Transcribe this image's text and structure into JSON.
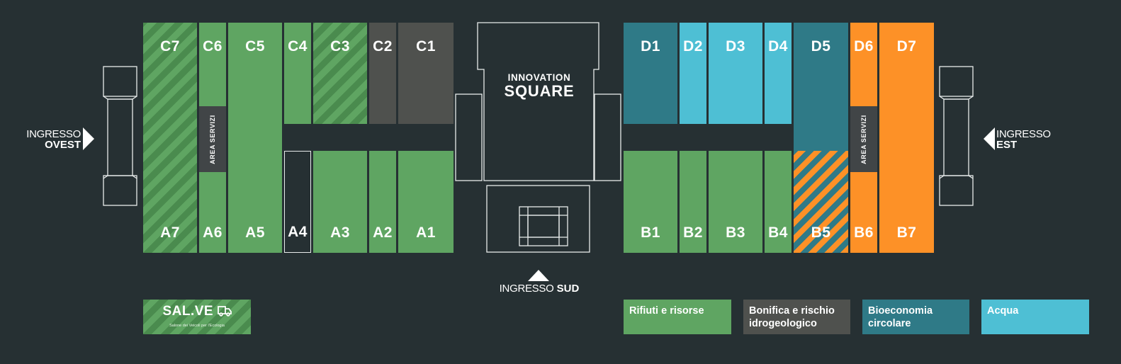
{
  "halls": {
    "C7": "C7",
    "C6": "C6",
    "C5": "C5",
    "C4": "C4",
    "C3": "C3",
    "C2": "C2",
    "C1": "C1",
    "A7": "A7",
    "A6": "A6",
    "A5": "A5",
    "A4": "A4",
    "A3": "A3",
    "A2": "A2",
    "A1": "A1",
    "D1": "D1",
    "D2": "D2",
    "D3": "D3",
    "D4": "D4",
    "D5": "D5",
    "D6": "D6",
    "D7": "D7",
    "B1": "B1",
    "B2": "B2",
    "B3": "B3",
    "B4": "B4",
    "B5": "B5",
    "B6": "B6",
    "B7": "B7"
  },
  "area_servizi": "AREA SERVIZI",
  "innovation": {
    "line1": "INNOVATION",
    "line2": "SQUARE"
  },
  "entrances": {
    "west": {
      "word": "INGRESSO",
      "dir": "OVEST"
    },
    "east": {
      "word": "INGRESSO",
      "dir": "EST"
    },
    "south": {
      "word": "INGRESSO",
      "dir": "SUD"
    }
  },
  "salve_logo": {
    "name": "SAL.VE",
    "tagline": "Salone dei Veicoli per l'Ecologia"
  },
  "legend": [
    {
      "label": "Rifiuti e risorse",
      "color": "#5fa562"
    },
    {
      "label": "Bonifica e rischio idrogeologico",
      "color": "#4f514e"
    },
    {
      "label": "Bioeconomia circolare",
      "color": "#2f7a87"
    },
    {
      "label": "Acqua",
      "color": "#4ebfd4"
    }
  ],
  "colors": {
    "background": "#263033",
    "green": "#5fa562",
    "gray": "#4f514e",
    "teal": "#2f7a87",
    "aqua": "#4ebfd4",
    "orange": "#fd9127"
  }
}
